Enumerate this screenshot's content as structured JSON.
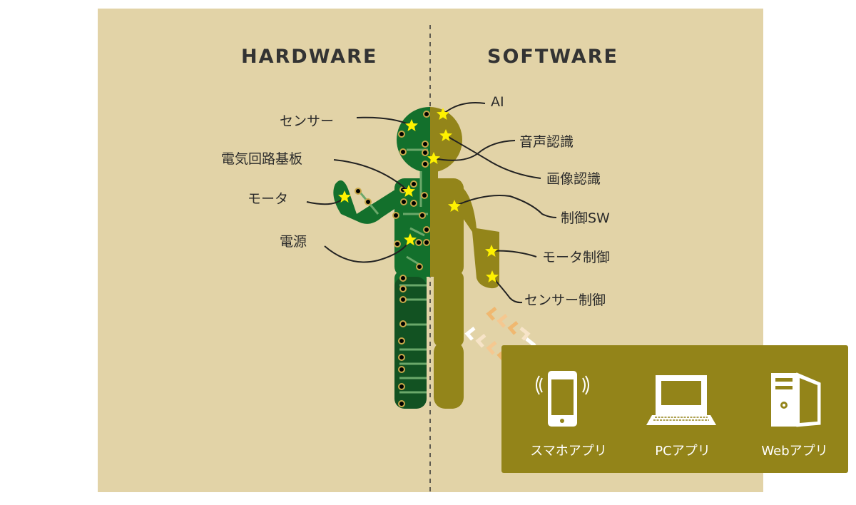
{
  "headers": {
    "hardware": "HARDWARE",
    "software": "SOFTWARE"
  },
  "hardware_labels": [
    "センサー",
    "電気回路基板",
    "モータ",
    "電源"
  ],
  "software_labels": [
    "AI",
    "音声認識",
    "画像認識",
    "制御SW",
    "モータ制御",
    "センサー制御"
  ],
  "devices": [
    {
      "label": "スマホアプリ",
      "icon": "smartphone-icon"
    },
    {
      "label": "PCアプリ",
      "icon": "laptop-icon"
    },
    {
      "label": "Webアプリ",
      "icon": "desktop-tower-icon"
    }
  ],
  "colors": {
    "background": "#e2d3a7",
    "hardware": "#13702c",
    "software": "#93851a",
    "star": "#fff200",
    "device_box": "#938419"
  }
}
